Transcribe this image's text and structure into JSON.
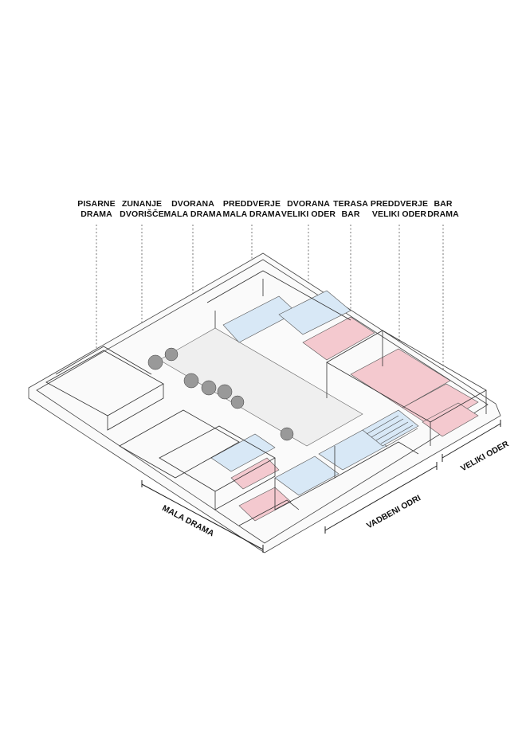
{
  "labels": [
    {
      "line1": "PISARNE",
      "line2": "DRAMA"
    },
    {
      "line1": "ZUNANJE",
      "line2": "DVORIŠČE"
    },
    {
      "line1": "DVORANA",
      "line2": "MALA DRAMA"
    },
    {
      "line1": "PREDDVERJE",
      "line2": "MALA DRAMA"
    },
    {
      "line1": "DVORANA",
      "line2": "VELIKI ODER"
    },
    {
      "line1": "TERASA",
      "line2": "BAR"
    },
    {
      "line1": "PREDDVERJE",
      "line2": "VELIKI ODER"
    },
    {
      "line1": "BAR",
      "line2": "DRAMA"
    }
  ],
  "sections": {
    "mala_drama": "MALA DRAMA",
    "vadbeni_odri": "VADBENI ODRI",
    "veliki_oder": "VELIKI ODER"
  },
  "colors": {
    "pink": "#f4c9cf",
    "blue": "#d8e8f6",
    "gray": "#e8e8e8",
    "line": "#333333"
  }
}
